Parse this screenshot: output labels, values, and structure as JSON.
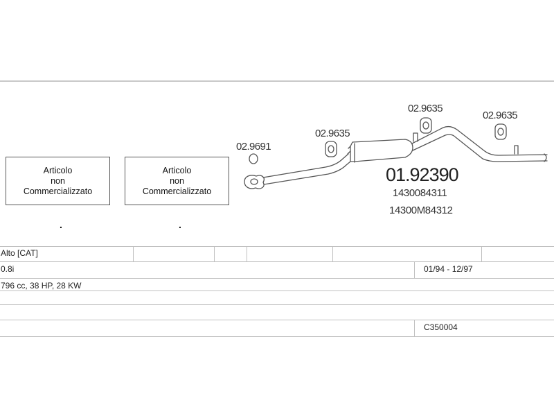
{
  "diagram": {
    "not_sold_boxes": [
      {
        "line1": "Articolo",
        "line2": "non",
        "line3": "Commercializzato",
        "mark": "."
      },
      {
        "line1": "Articolo",
        "line2": "non",
        "line3": "Commercializzato",
        "mark": "."
      }
    ],
    "part_labels": {
      "clamp_front": "02.9691",
      "hanger_1": "02.9635",
      "hanger_2": "02.9635",
      "hanger_3": "02.9635"
    },
    "main_part": {
      "code": "01.92390",
      "oem_1": "1430084311",
      "oem_2": "14300M84312"
    }
  },
  "table": {
    "model": "Alto  [CAT]",
    "engine": "0.8i",
    "years": "01/94 - 12/97",
    "specs": "796 cc, 38 HP, 28 KW",
    "kit_code": "C350004"
  }
}
